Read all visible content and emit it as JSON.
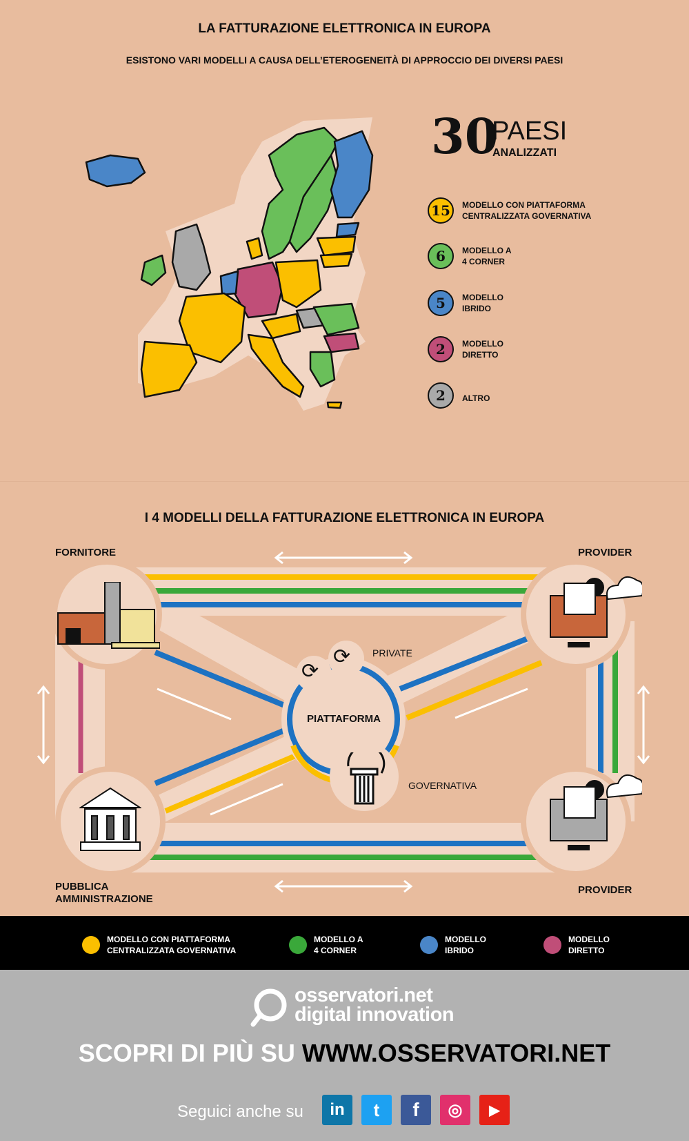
{
  "header": {
    "title": "LA FATTURAZIONE ELETTRONICA IN EUROPA",
    "subtitle": "ESISTONO VARI MODELLI A CAUSA DELL’ETEROGENEITÀ DI APPROCCIO DEI DIVERSI PAESI"
  },
  "stats": {
    "number": "30",
    "word": "PAESI",
    "caption": "ANALIZZATI"
  },
  "legend": [
    {
      "count": "15",
      "label_line1": "MODELLO CON PIATTAFORMA",
      "label_line2": "CENTRALIZZATA GOVERNATIVA",
      "color": "#fbbf00"
    },
    {
      "count": "6",
      "label_line1": "MODELLO A",
      "label_line2": "4 CORNER",
      "color": "#5cb85c"
    },
    {
      "count": "5",
      "label_line1": "MODELLO",
      "label_line2": "IBRIDO",
      "color": "#4a86c8"
    },
    {
      "count": "2",
      "label_line1": "MODELLO",
      "label_line2": "DIRETTO",
      "color": "#c04e78"
    },
    {
      "count": "2",
      "label_line1": "ALTRO",
      "label_line2": "",
      "color": "#a9a9a9"
    }
  ],
  "models": {
    "title": "I 4 MODELLI DELLA FATTURAZIONE ELETTRONICA IN EUROPA",
    "fornitore": "FORNITORE",
    "provider_top": "PROVIDER",
    "provider_bottom": "PROVIDER",
    "pa_line1": "PUBBLICA",
    "pa_line2": "AMMINISTRAZIONE",
    "piattaforma": "PIATTAFORMA",
    "private": "PRIVATE",
    "governativa": "GOVERNATIVA"
  },
  "bar_legend": [
    {
      "line1": "MODELLO CON PIATTAFORMA",
      "line2": "CENTRALIZZATA GOVERNATIVA",
      "color": "#fbbf00"
    },
    {
      "line1": "MODELLO A",
      "line2": "4 CORNER",
      "color": "#3aa83a"
    },
    {
      "line1": "MODELLO",
      "line2": "IBRIDO",
      "color": "#4a86c8"
    },
    {
      "line1": "MODELLO",
      "line2": "DIRETTO",
      "color": "#c04e78"
    }
  ],
  "footer": {
    "brand_line1": "osservatori.net",
    "brand_line2": "digital innovation",
    "cta_prefix": "SCOPRI DI PIÙ SU",
    "cta_url": "WWW.OSSERVATORI.NET",
    "follow": "Seguici anche su",
    "socials": [
      {
        "name": "linkedin-icon",
        "glyph": "in",
        "color": "#0e76a8"
      },
      {
        "name": "twitter-icon",
        "glyph": "t",
        "color": "#1da1f2"
      },
      {
        "name": "facebook-icon",
        "glyph": "f",
        "color": "#3b5998"
      },
      {
        "name": "instagram-icon",
        "glyph": "◎",
        "color": "#e1306c"
      },
      {
        "name": "youtube-icon",
        "glyph": "▶",
        "color": "#e62117"
      }
    ]
  }
}
